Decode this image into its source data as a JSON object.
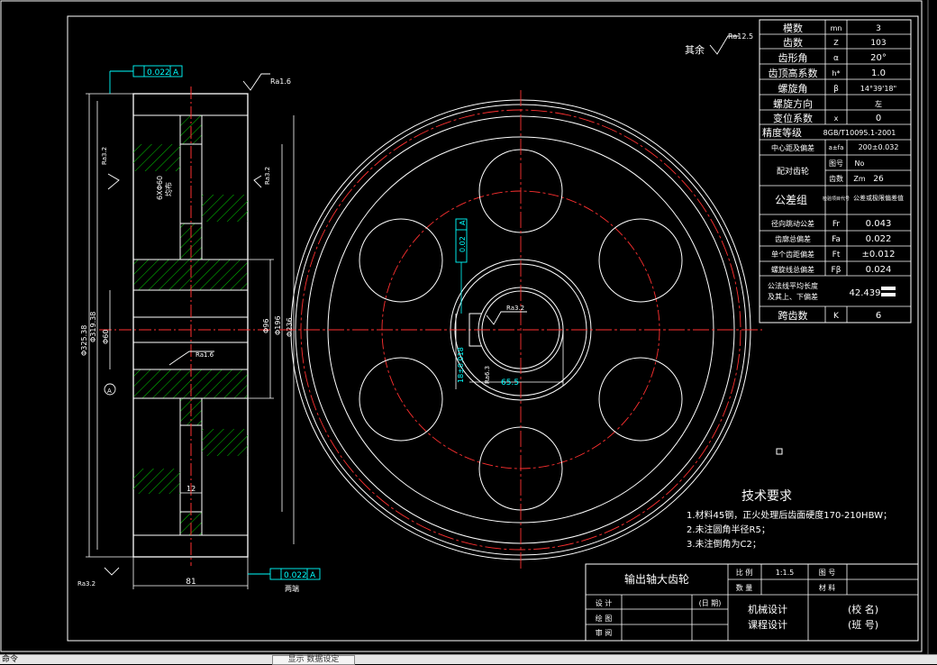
{
  "drawing": {
    "title": "输出轴大齿轮",
    "roughness_rest_prefix": "其余",
    "roughness_rest": "Ra12.5",
    "status_cmd": "命令",
    "status_btn": "显示 数据设定"
  },
  "params": [
    {
      "name": "模数",
      "sym": "mn",
      "val": "3"
    },
    {
      "name": "齿数",
      "sym": "Z",
      "val": "103"
    },
    {
      "name": "齿形角",
      "sym": "α",
      "val": "20°"
    },
    {
      "name": "齿顶高系数",
      "sym": "h*",
      "val": "1.0"
    },
    {
      "name": "螺旋角",
      "sym": "β",
      "val": "14°39'18\""
    },
    {
      "name": "螺旋方向",
      "sym": "",
      "val": "左"
    },
    {
      "name": "变位系数",
      "sym": "x",
      "val": "0"
    },
    {
      "name": "精度等级",
      "sym": "",
      "val": "8GB/T10095.1-2001"
    },
    {
      "name": "中心距及偏差",
      "sym": "a±fa",
      "val": "200±0.032"
    }
  ],
  "mating": {
    "label": "配对齿轮",
    "row1_sym": "图号",
    "row1_val": "No",
    "row2_name": "齿数",
    "row2_sym": "Zm",
    "row2_val": "26"
  },
  "tol_header": {
    "group": "公差组",
    "check": "检验项目代号",
    "value": "公差或极限偏差值"
  },
  "tolerances": [
    {
      "name": "径向跳动公差",
      "sym": "Fr",
      "val": "0.043"
    },
    {
      "name": "齿廓总偏差",
      "sym": "Fa",
      "val": "0.022"
    },
    {
      "name": "单个齿距偏差",
      "sym": "Ft",
      "val": "±0.012"
    },
    {
      "name": "螺旋线总偏差",
      "sym": "Fβ",
      "val": "0.024"
    }
  ],
  "normal_len": {
    "label1": "公法线平均长度",
    "label2": "及其上、下偏差",
    "val": "42.439"
  },
  "span": {
    "name": "跨齿数",
    "sym": "K",
    "val": "6"
  },
  "tech": {
    "title": "技术要求",
    "lines": [
      "1.材料45钢，正火处理后齿面硬度170-210HBW；",
      "2.未注圆角半径R5；",
      "3.未注倒角为C2；"
    ]
  },
  "titleblock": {
    "name": "输出轴大齿轮",
    "scale_label": "比 例",
    "scale_val": "1:1.5",
    "drawing_no": "图 号",
    "qty_label": "数 量",
    "material": "材 料",
    "design": "设 计",
    "date": "(日 期)",
    "draw": "绘 图",
    "review": "审 阅",
    "course1": "机械设计",
    "course2": "课程设计",
    "school": "(校 名)",
    "class": "(班 号)"
  },
  "dims": {
    "runout_top": "0.022",
    "datum": "A",
    "ra16": "Ra1.6",
    "ra32": "Ra3.2",
    "ra32b": "Ra3.2",
    "hole_note1": "6XΦ60",
    "hole_note2": "均布",
    "d1": "Φ325.38",
    "d2": "Φ319.38",
    "d3": "Φ60",
    "d4": "Φ96",
    "d5": "Φ196",
    "d6": "Φ236",
    "web": "12",
    "width": "81",
    "runout_bot": "0.022",
    "bot_note": "两端",
    "key_w": "18±0.018",
    "key_h": "65.5",
    "sym_tol": "0.02",
    "ra32_key": "Ra3.2",
    "ra63": "Ra6.3"
  }
}
